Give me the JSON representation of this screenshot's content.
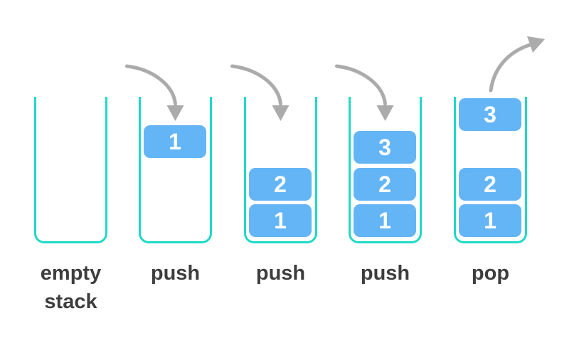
{
  "diagram_type": "stack-push-pop",
  "colors": {
    "container_border": "#1ed9c6",
    "block_fill": "#64b5f6",
    "block_text": "#ffffff",
    "arrow": "#ababab",
    "label_text": "#3d3d3d"
  },
  "stages": [
    {
      "name": "empty-stack",
      "label": "empty stack",
      "blocks": []
    },
    {
      "name": "push-1",
      "label": "push",
      "blocks": [
        {
          "value": "1",
          "state": "dropping-in"
        }
      ]
    },
    {
      "name": "push-2",
      "label": "push",
      "blocks": [
        {
          "value": "2",
          "state": "stacked"
        },
        {
          "value": "1",
          "state": "stacked"
        }
      ]
    },
    {
      "name": "push-3",
      "label": "push",
      "blocks": [
        {
          "value": "3",
          "state": "stacked"
        },
        {
          "value": "2",
          "state": "stacked"
        },
        {
          "value": "1",
          "state": "stacked"
        }
      ]
    },
    {
      "name": "pop",
      "label": "pop",
      "blocks": [
        {
          "value": "3",
          "state": "popping-out"
        },
        {
          "value": "2",
          "state": "stacked"
        },
        {
          "value": "1",
          "state": "stacked"
        }
      ]
    }
  ],
  "arrows": [
    {
      "name": "push-arrow-1",
      "direction": "into-stack-2"
    },
    {
      "name": "push-arrow-2",
      "direction": "into-stack-3"
    },
    {
      "name": "push-arrow-3",
      "direction": "into-stack-4"
    },
    {
      "name": "pop-arrow",
      "direction": "out-of-stack-5"
    }
  ]
}
